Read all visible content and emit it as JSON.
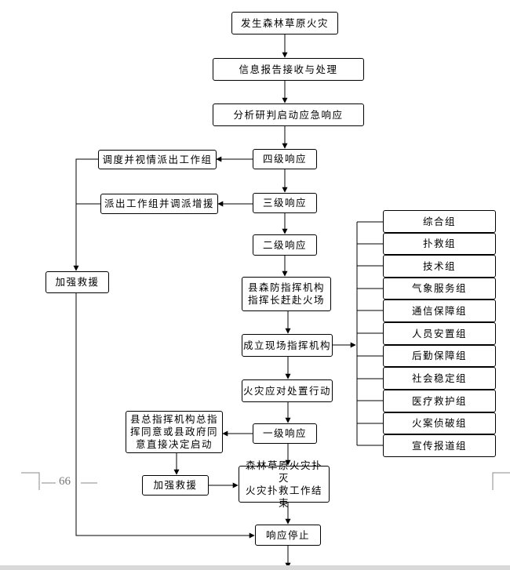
{
  "nodes": {
    "start": "发生森林草原火灾",
    "report": "信息报告接收与处理",
    "analyze": "分析研判启动应急响应",
    "level4": "四级响应",
    "level3": "三级响应",
    "level2": "二级响应",
    "commander": "县森防指挥机构\n指挥长赶赴火场",
    "site_command": "成立现场指挥机构",
    "action": "火灾应对处置行动",
    "level1": "一级响应",
    "end_fire": "森林草原火灾扑灭\n火灾扑救工作结束",
    "stop": "响应停止",
    "dispatch_group": "调度并视情派出工作组",
    "dispatch_reinforce": "派出工作组并调派增援",
    "reinforce_left": "加强救援",
    "county_decision": "县总指挥机构总指\n挥同意或县政府同\n意直接决定启动",
    "reinforce_bottom": "加强救援"
  },
  "groups": [
    "综合组",
    "扑救组",
    "技术组",
    "气象服务组",
    "通信保障组",
    "人员安置组",
    "后勤保障组",
    "社会稳定组",
    "医疗救护组",
    "火案侦破组",
    "宣传报道组"
  ],
  "page_number": "66"
}
